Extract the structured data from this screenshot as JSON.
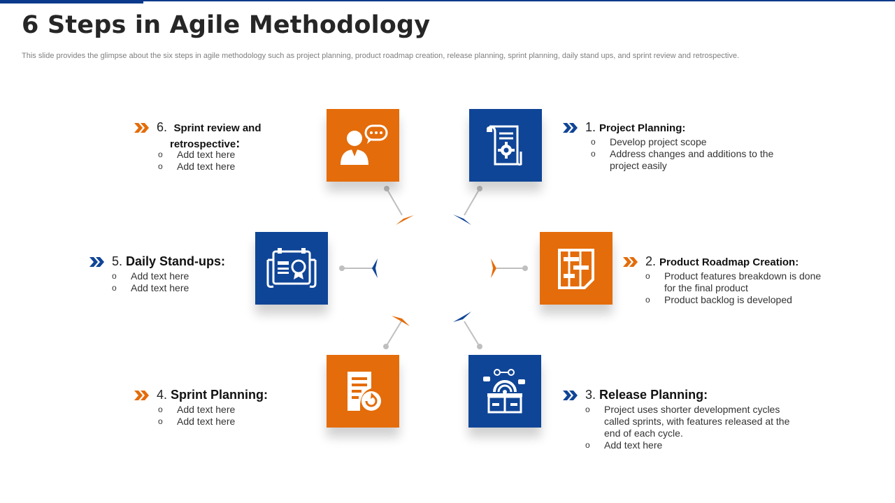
{
  "title": "6 Steps in Agile Methodology",
  "subtitle": "This slide provides the glimpse about the six steps in agile methodology such as project planning, product roadmap creation, release planning, sprint planning, daily stand ups, and sprint review and retrospective.",
  "colors": {
    "orange": "#e46c0a",
    "blue": "#0f4597",
    "connector": "#bfbfbf"
  },
  "steps": [
    {
      "number": "1.",
      "heading": "Project Planning:",
      "color": "blue",
      "icon": "scroll-gear-icon",
      "bullets": [
        "Develop project scope",
        "Address changes and additions to the project easily"
      ]
    },
    {
      "number": "2.",
      "heading": "Product Roadmap Creation:",
      "color": "orange",
      "icon": "roadmap-board-icon",
      "bullets": [
        "Product features breakdown is done for the final product",
        "Product backlog is developed"
      ]
    },
    {
      "number": "3.",
      "heading": "Release Planning:",
      "color": "blue",
      "icon": "box-release-icon",
      "bullets": [
        "Project uses shorter development cycles called sprints, with features released at the end of each cycle.",
        "Add text here"
      ]
    },
    {
      "number": "4.",
      "heading": "Sprint Planning:",
      "color": "orange",
      "icon": "document-refresh-icon",
      "bullets": [
        "Add text here",
        "Add text here"
      ]
    },
    {
      "number": "5.",
      "heading": "Daily Stand-ups:",
      "color": "blue",
      "icon": "certificate-board-icon",
      "bullets": [
        "Add text here",
        "Add text here"
      ]
    },
    {
      "number": "6.",
      "heading_line1": "Sprint review and",
      "heading_line2": "retrospective",
      "heading_colon": ":",
      "color": "orange",
      "icon": "person-speech-icon",
      "bullets": [
        "Add text here",
        "Add text here"
      ]
    }
  ]
}
